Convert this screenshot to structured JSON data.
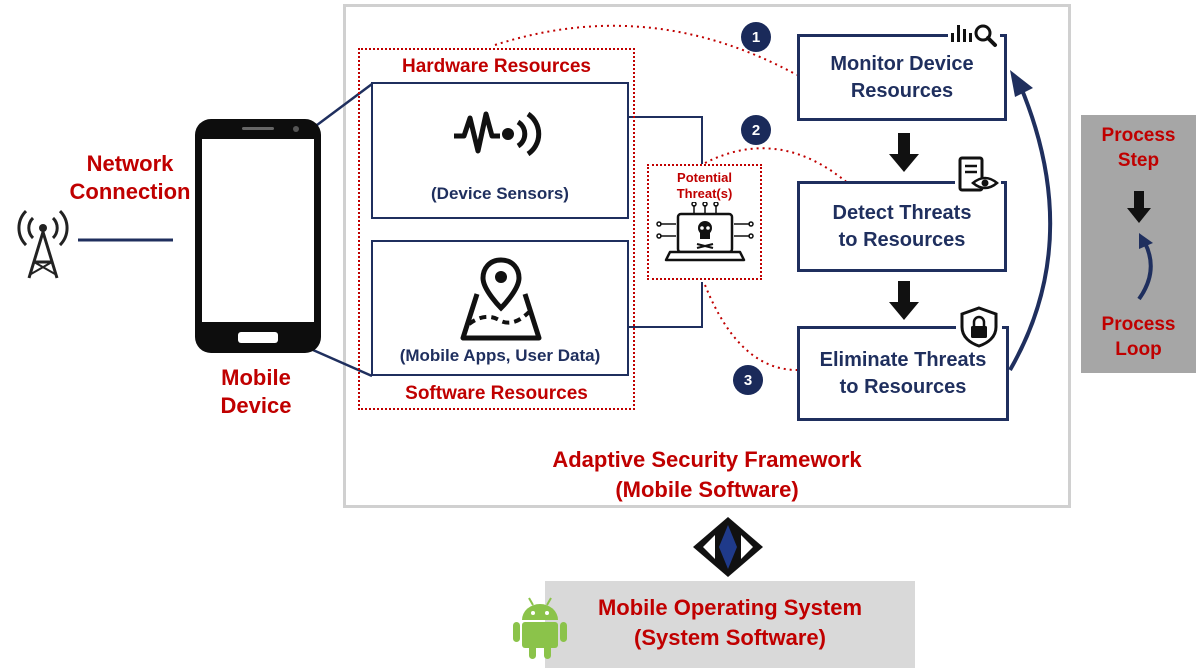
{
  "network": {
    "label_line1": "Network",
    "label_line2": "Connection"
  },
  "device": {
    "label_line1": "Mobile",
    "label_line2": "Device"
  },
  "resources": {
    "hardware_title": "Hardware Resources",
    "hardware_caption": "(Device Sensors)",
    "software_title": "Software Resources",
    "software_caption": "(Mobile Apps, User Data)"
  },
  "threat": {
    "label_line1": "Potential",
    "label_line2": "Threat(s)"
  },
  "steps": [
    {
      "number": "1",
      "line1": "Monitor Device",
      "line2": "Resources"
    },
    {
      "number": "2",
      "line1": "Detect Threats",
      "line2": "to Resources"
    },
    {
      "number": "3",
      "line1": "Eliminate Threats",
      "line2": "to Resources"
    }
  ],
  "framework": {
    "line1": "Adaptive Security Framework",
    "line2": "(Mobile Software)"
  },
  "legend": {
    "step_line1": "Process",
    "step_line2": "Step",
    "loop_line1": "Process",
    "loop_line2": "Loop"
  },
  "os": {
    "line1": "Mobile Operating System",
    "line2": "(System Software)"
  },
  "colors": {
    "accent_red": "#c00000",
    "navy": "#1f2f5e",
    "legend_gray": "#a6a6a6",
    "os_gray": "#d9d9d9",
    "android_green": "#8bc34a"
  },
  "icons": [
    "antenna-icon",
    "smartphone-icon",
    "sensor-waves-icon",
    "map-pin-icon",
    "hacker-laptop-icon",
    "monitor-chart-icon",
    "document-eye-icon",
    "shield-lock-icon",
    "android-icon"
  ]
}
